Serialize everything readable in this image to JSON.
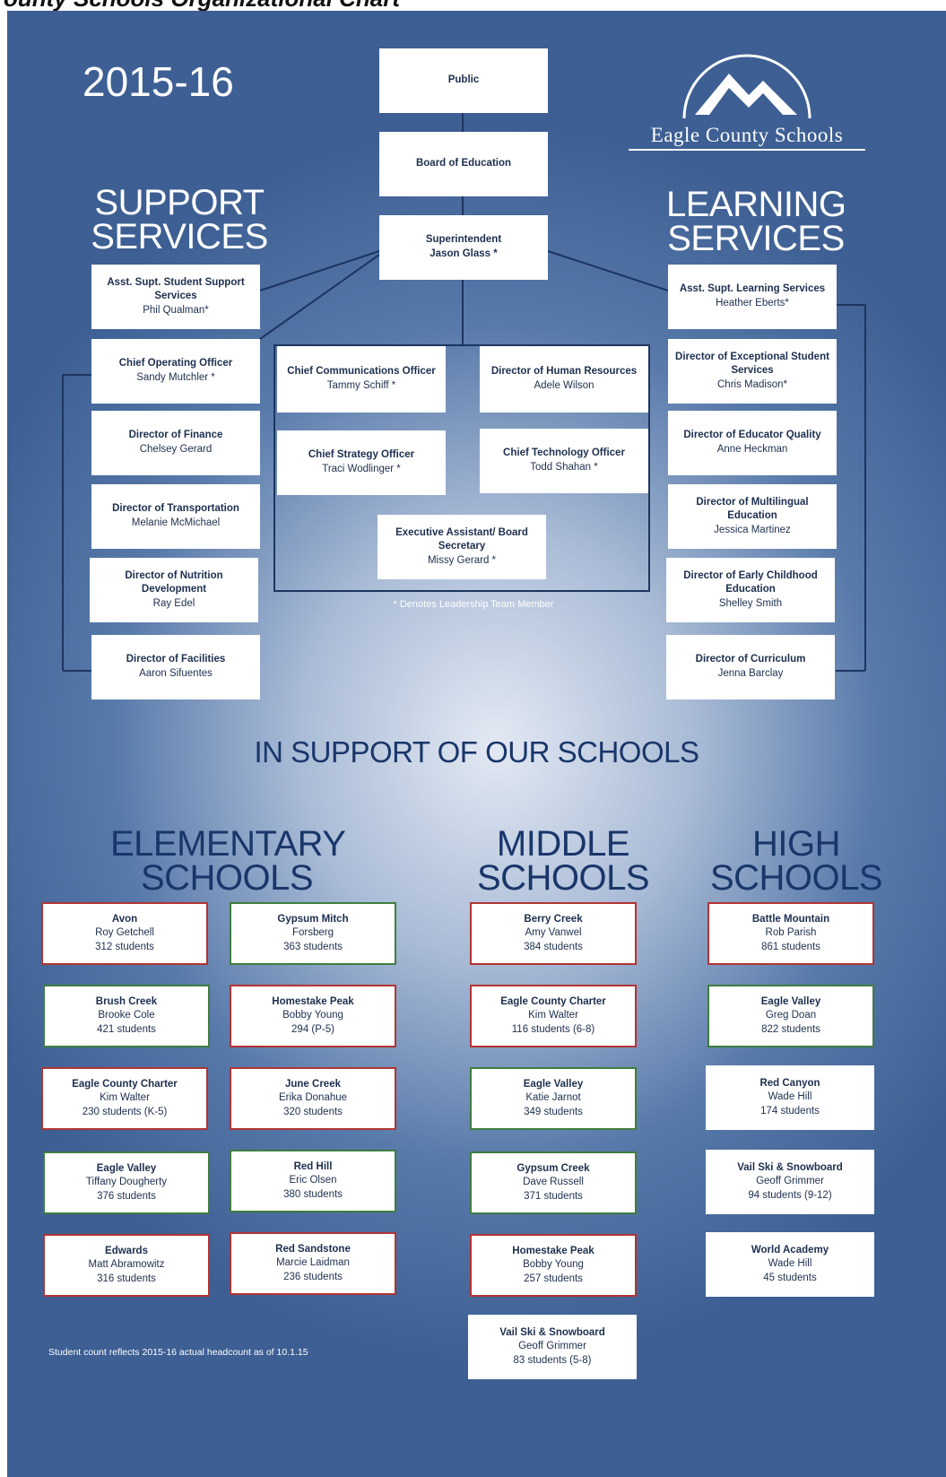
{
  "header_partial_text": "ounty Schools Organizational Chart",
  "year": "2015-16",
  "logo": {
    "name": "Eagle County Schools",
    "text": "Eagle County Schools"
  },
  "support_services_title": [
    "SUPPORT",
    "SERVICES"
  ],
  "learning_services_title": [
    "LEARNING",
    "SERVICES"
  ],
  "top_chain": [
    {
      "title": "Public",
      "name": ""
    },
    {
      "title": "Board of Education",
      "name": ""
    },
    {
      "title": "Superintendent",
      "name": "Jason Glass *"
    }
  ],
  "support_services": [
    {
      "title": "Asst. Supt. Student Support Services",
      "name": "Phil Qualman*"
    },
    {
      "title": "Chief Operating Officer",
      "name": "Sandy Mutchler *"
    },
    {
      "title": "Director of Finance",
      "name": "Chelsey Gerard"
    },
    {
      "title": "Director of Transportation",
      "name": "Melanie McMichael"
    },
    {
      "title": "Director of Nutrition Development",
      "name": "Ray Edel"
    },
    {
      "title": "Director of Facilities",
      "name": "Aaron Sifuentes"
    }
  ],
  "learning_services": [
    {
      "title": "Asst. Supt. Learning Services",
      "name": "Heather Eberts*"
    },
    {
      "title": "Director of Exceptional Student Services",
      "name": "Chris Madison*"
    },
    {
      "title": "Director of Educator Quality",
      "name": "Anne Heckman"
    },
    {
      "title": "Director of Multilingual Education",
      "name": "Jessica Martinez"
    },
    {
      "title": "Director of Early Childhood Education",
      "name": "Shelley Smith"
    },
    {
      "title": "Director of Curriculum",
      "name": "Jenna Barclay"
    }
  ],
  "central_office": [
    {
      "title": "Chief Communications Officer",
      "name": "Tammy Schiff *"
    },
    {
      "title": "Director of Human Resources",
      "name": "Adele Wilson"
    },
    {
      "title": "Chief Strategy Officer",
      "name": "Traci Wodlinger *"
    },
    {
      "title": "Chief Technology Officer",
      "name": "Todd Shahan *"
    },
    {
      "title": "Executive Assistant/ Board Secretary",
      "name": "Missy Gerard *"
    }
  ],
  "leadership_note": "* Denotes Leadership Team Member",
  "in_support_heading": "IN SUPPORT OF OUR SCHOOLS",
  "elementary_title": [
    "ELEMENTARY",
    "SCHOOLS"
  ],
  "middle_title": [
    "MIDDLE",
    "SCHOOLS"
  ],
  "high_title": [
    "HIGH",
    "SCHOOLS"
  ],
  "elementary_schools": [
    {
      "school": "Avon",
      "principal": "Roy Getchell",
      "students": "312 students",
      "color": "#b13434"
    },
    {
      "school": "Gypsum Mitch",
      "principal": "Forsberg",
      "students": "363 students",
      "color": "#3f7d3f"
    },
    {
      "school": "Brush Creek",
      "principal": "Brooke Cole",
      "students": "421 students",
      "color": "#3f7d3f"
    },
    {
      "school": "Homestake Peak",
      "principal": "Bobby Young",
      "students": "294 (P-5)",
      "color": "#b13434"
    },
    {
      "school": "Eagle County Charter",
      "principal": "Kim Walter",
      "students": "230 students (K-5)",
      "color": "#b13434"
    },
    {
      "school": "June Creek",
      "principal": "Erika Donahue",
      "students": "320 students",
      "color": "#b13434"
    },
    {
      "school": "Eagle Valley",
      "principal": "Tiffany Dougherty",
      "students": "376 students",
      "color": "#3f7d3f"
    },
    {
      "school": "Red Hill",
      "principal": "Eric Olsen",
      "students": "380 students",
      "color": "#3f7d3f"
    },
    {
      "school": "Edwards",
      "principal": "Matt Abramowitz",
      "students": "316 students",
      "color": "#b13434"
    },
    {
      "school": "Red Sandstone",
      "principal": "Marcie Laidman",
      "students": "236 students",
      "color": "#b13434"
    }
  ],
  "middle_schools": [
    {
      "school": "Berry Creek",
      "principal": "Amy Vanwel",
      "students": "384 students",
      "color": "#b13434"
    },
    {
      "school": "Eagle County Charter",
      "principal": "Kim Walter",
      "students": "116 students (6-8)",
      "color": "#b13434"
    },
    {
      "school": "Eagle Valley",
      "principal": "Katie Jarnot",
      "students": "349 students",
      "color": "#3f7d3f"
    },
    {
      "school": "Gypsum Creek",
      "principal": "Dave Russell",
      "students": "371 students",
      "color": "#3f7d3f"
    },
    {
      "school": "Homestake Peak",
      "principal": "Bobby Young",
      "students": "257 students",
      "color": "#b13434"
    },
    {
      "school": "Vail Ski & Snowboard",
      "principal": "Geoff Grimmer",
      "students": "83 students (5-8)",
      "color": ""
    }
  ],
  "high_schools": [
    {
      "school": "Battle Mountain",
      "principal": "Rob Parish",
      "students": "861 students",
      "color": "#b13434"
    },
    {
      "school": "Eagle Valley",
      "principal": "Greg Doan",
      "students": "822 students",
      "color": "#3f7d3f"
    },
    {
      "school": "Red Canyon",
      "principal": "Wade Hill",
      "students": "174 students",
      "color": ""
    },
    {
      "school": "Vail Ski & Snowboard",
      "principal": "Geoff Grimmer",
      "students": "94 students (9-12)",
      "color": ""
    },
    {
      "school": "World Academy",
      "principal": "Wade Hill",
      "students": "45 students",
      "color": ""
    }
  ],
  "footnote": "Student count reflects 2015-16 actual headcount as of 10.1.15"
}
